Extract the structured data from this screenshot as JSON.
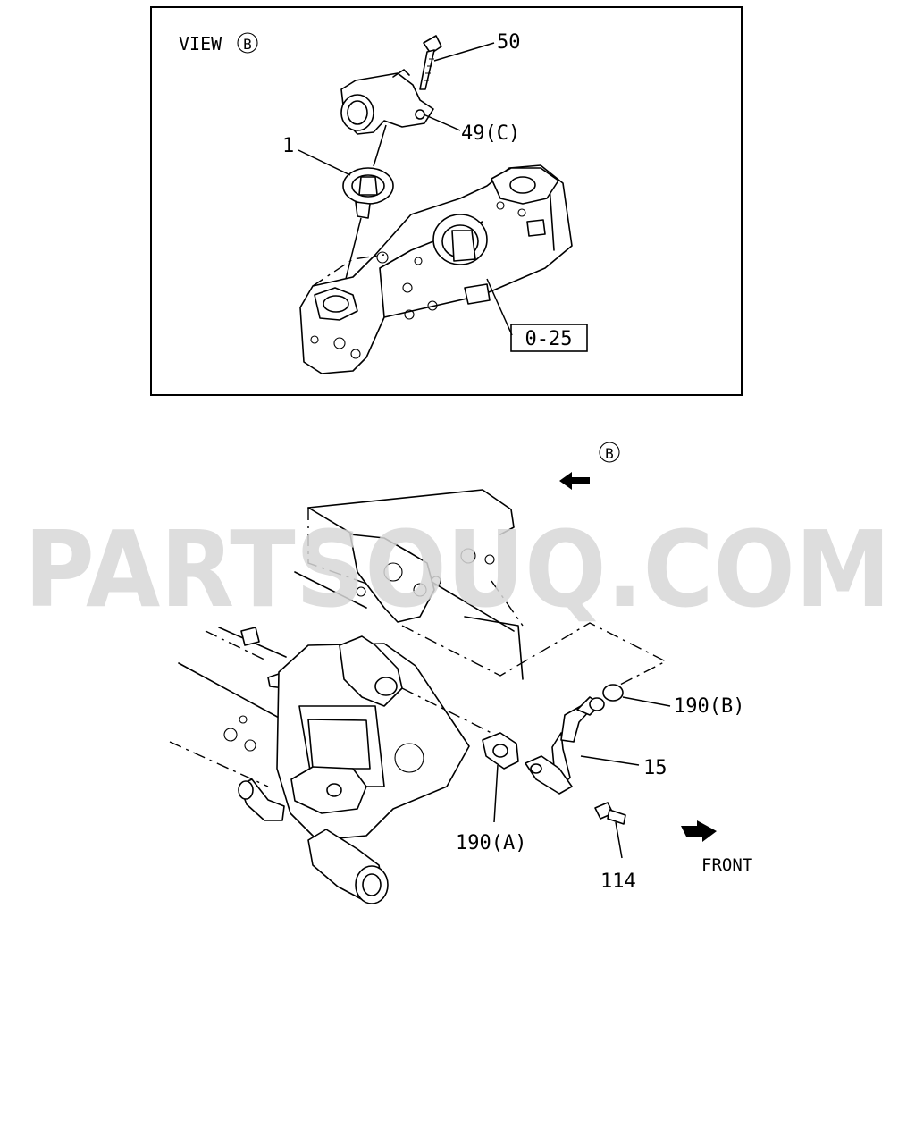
{
  "view_label": "VIEW",
  "view_marker": "B",
  "callouts": {
    "c50": "50",
    "c49": "49(C)",
    "c1": "1",
    "ref": "0-25",
    "b_marker": "B",
    "c190b": "190(B)",
    "c15": "15",
    "c190a": "190(A)",
    "c114": "114",
    "front": "FRONT"
  },
  "watermark": "PARTSOUQ.COM"
}
